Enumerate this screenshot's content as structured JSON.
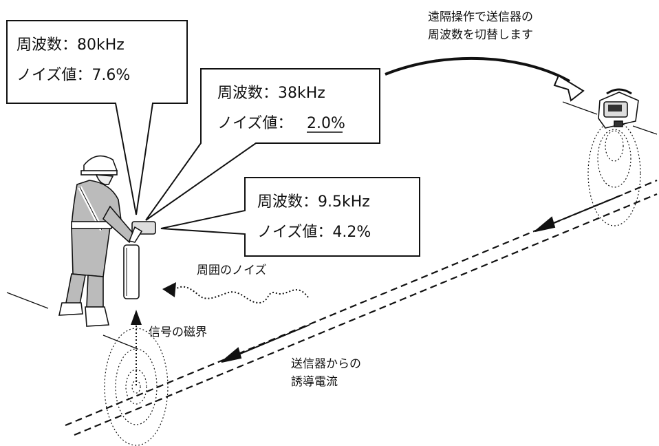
{
  "bubbles": [
    {
      "freq": "周波数：80kHz",
      "noise": "ノイズ値：7.6%",
      "noise_underlined": false
    },
    {
      "freq": "周波数：38kHz",
      "noise_prefix": "ノイズ値：",
      "noise_value": "2.0%",
      "noise_underlined": true
    },
    {
      "freq": "周波数：9.5kHz",
      "noise": "ノイズ値：4.2%",
      "noise_underlined": false
    }
  ],
  "labels": {
    "remote_line1": "遠隔操作で送信器の",
    "remote_line2": "周波数を切替します",
    "ambient_noise": "周囲のノイズ",
    "magnetic_field": "信号の磁界",
    "induced_line1": "送信器からの",
    "induced_line2": "誘導電流"
  },
  "icons": {
    "worker": "worker-with-locator-icon",
    "transmitter": "transmitter-device-icon"
  },
  "colors": {
    "ink": "#111111",
    "background": "#ffffff"
  }
}
